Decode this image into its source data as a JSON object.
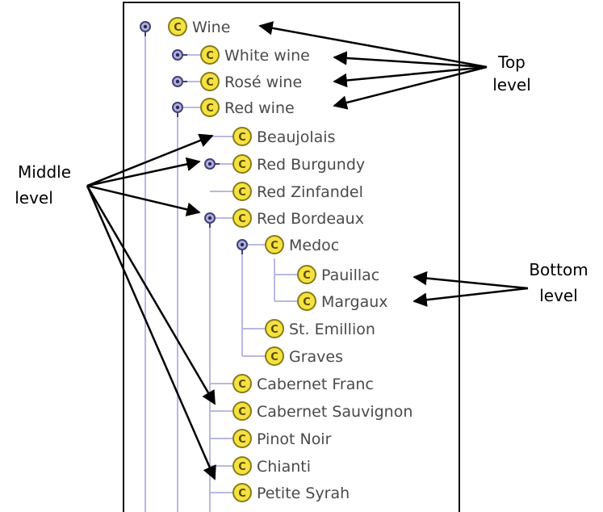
{
  "tree": {
    "badge_letter": "C",
    "nodes": [
      {
        "label": "Wine",
        "handle": "expanded"
      },
      {
        "label": "White wine",
        "handle": "collapsed"
      },
      {
        "label": "Rosé wine",
        "handle": "collapsed"
      },
      {
        "label": "Red wine",
        "handle": "expanded"
      },
      {
        "label": "Beaujolais",
        "handle": "none"
      },
      {
        "label": "Red Burgundy",
        "handle": "collapsed"
      },
      {
        "label": "Red Zinfandel",
        "handle": "none"
      },
      {
        "label": "Red Bordeaux",
        "handle": "expanded"
      },
      {
        "label": "Medoc",
        "handle": "expanded"
      },
      {
        "label": "Pauillac",
        "handle": "none"
      },
      {
        "label": "Margaux",
        "handle": "none"
      },
      {
        "label": "St. Emillion",
        "handle": "none"
      },
      {
        "label": "Graves",
        "handle": "none"
      },
      {
        "label": "Cabernet Franc",
        "handle": "none"
      },
      {
        "label": "Cabernet Sauvignon",
        "handle": "none"
      },
      {
        "label": "Pinot Noir",
        "handle": "none"
      },
      {
        "label": "Chianti",
        "handle": "none"
      },
      {
        "label": "Petite Syrah",
        "handle": "none"
      }
    ]
  },
  "callouts": {
    "top": [
      "Top",
      "level"
    ],
    "middle": [
      "Middle",
      "level"
    ],
    "bottom": [
      "Bottom",
      "level"
    ]
  },
  "colors": {
    "badge_fill": "#f4e243",
    "tree_line": "#b9b9e4",
    "handle": "#404078",
    "text": "#4a4a4a"
  },
  "icons": {
    "class_badge": "class-badge-icon",
    "expanded_handle": "expanded-handle-icon",
    "collapsed_handle": "collapsed-handle-icon"
  }
}
